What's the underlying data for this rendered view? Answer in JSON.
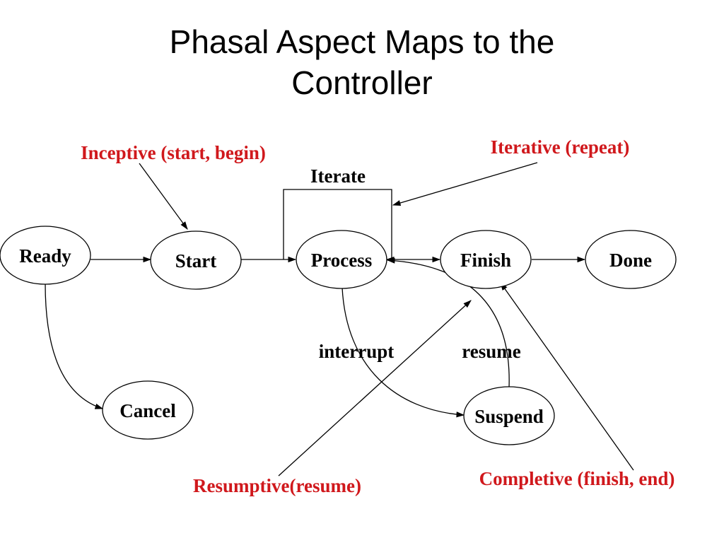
{
  "title": {
    "line1": "Phasal Aspect Maps to the",
    "line2": "Controller"
  },
  "nodes": {
    "ready": "Ready",
    "start": "Start",
    "process": "Process",
    "finish": "Finish",
    "done": "Done",
    "cancel": "Cancel",
    "suspend": "Suspend"
  },
  "edge_labels": {
    "iterate": "Iterate",
    "interrupt": "interrupt",
    "resume": "resume"
  },
  "annotations": {
    "inceptive": "Inceptive (start, begin)",
    "iterative": "Iterative (repeat)",
    "resumptive": "Resumptive(resume)",
    "completive": "Completive (finish, end)"
  },
  "colors": {
    "annotation": "#d0181c",
    "text": "#000000"
  }
}
